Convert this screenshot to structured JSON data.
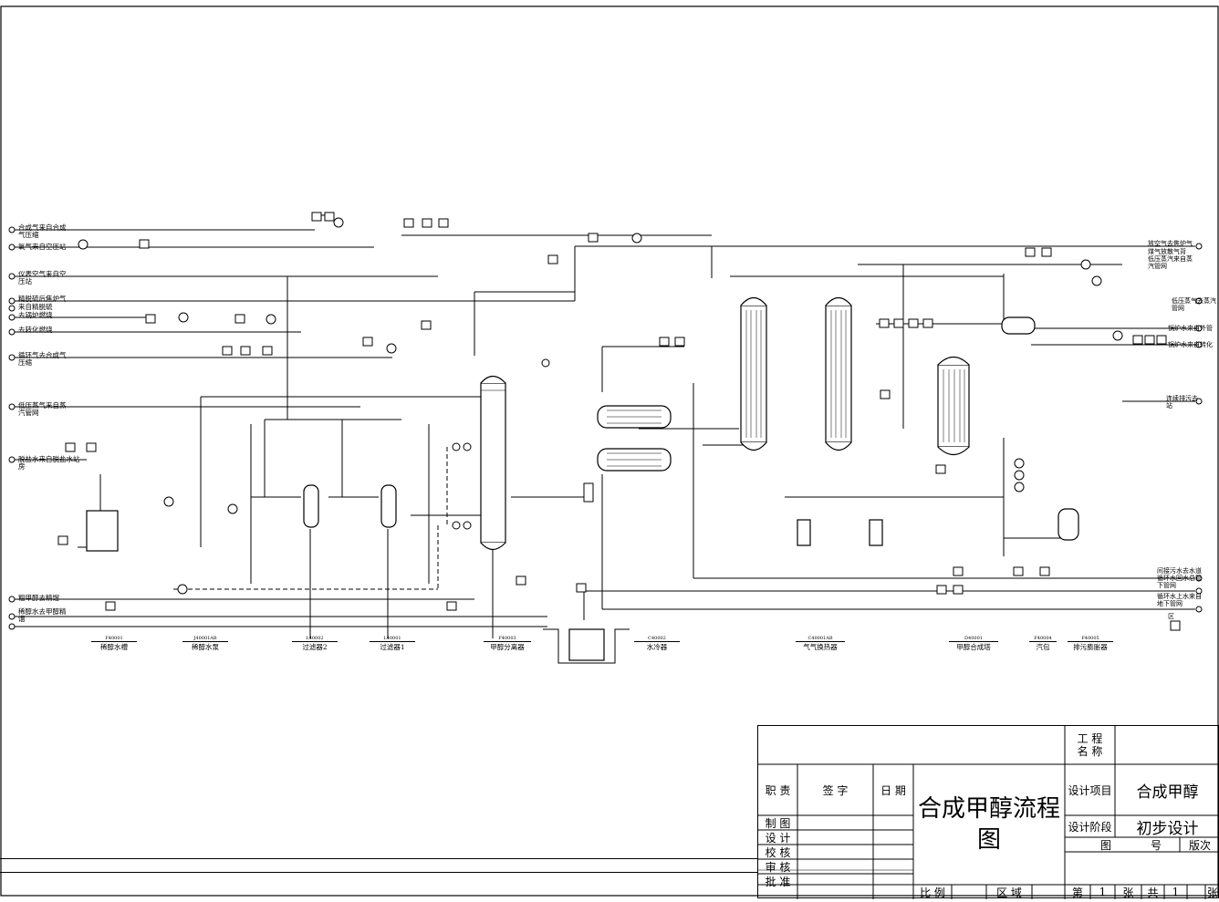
{
  "left_labels": [
    {
      "text": "合成气来自合成",
      "sub": "气压缩"
    },
    {
      "text": "氧气来自空压站",
      "sub": ""
    },
    {
      "text": "仪表空气来自空",
      "sub": "压站"
    },
    {
      "text": "精脱硫后焦炉气",
      "sub": ""
    },
    {
      "text": "来自精脱硫",
      "sub": ""
    },
    {
      "text": "去锅炉燃烧",
      "sub": ""
    },
    {
      "text": "去转化燃烧",
      "sub": ""
    },
    {
      "text": "循环气去合成气",
      "sub": "压缩"
    },
    {
      "text": "低压蒸气来自蒸",
      "sub": "汽管网"
    },
    {
      "text": "脱盐水来自脱盐水站",
      "sub": "房"
    },
    {
      "text": "粗甲醇去精馏",
      "sub": ""
    },
    {
      "text": "稀醇水去甲醇精",
      "sub": "馏"
    }
  ],
  "right_labels": [
    {
      "text": "放空气去焦炉气",
      "sub": ""
    },
    {
      "text": "煤气放散气背",
      "sub": ""
    },
    {
      "text": "低压蒸汽来自蒸",
      "sub": "汽管网"
    },
    {
      "text": "低压蒸气去蒸汽",
      "sub": "管网"
    },
    {
      "text": "锅炉水来自外管",
      "sub": ""
    },
    {
      "text": "锅炉水来自转化",
      "sub": ""
    },
    {
      "text": "连续排污去",
      "sub": "站"
    },
    {
      "text": "间接污水去水道",
      "sub": ""
    },
    {
      "text": "循环水回水总管",
      "sub": ""
    },
    {
      "text": "下管网",
      "sub": ""
    },
    {
      "text": "循环水上水来自",
      "sub": "地下管网"
    },
    {
      "text": "区",
      "sub": ""
    }
  ],
  "equipment": [
    {
      "tag": "F40001",
      "name": "稀醇水槽"
    },
    {
      "tag": "J40001AB",
      "name": "稀醇水泵"
    },
    {
      "tag": "L40002",
      "name": "过滤器2"
    },
    {
      "tag": "L40001",
      "name": "过滤器1"
    },
    {
      "tag": "F40003",
      "name": "甲醇分离器"
    },
    {
      "tag": "C40002",
      "name": "水冷器"
    },
    {
      "tag": "C40001AB",
      "name": "气气换热器"
    },
    {
      "tag": "D40001",
      "name": "甲醇合成塔"
    },
    {
      "tag": "F40004",
      "name": "汽包"
    },
    {
      "tag": "F40005",
      "name": "排污膨胀器"
    }
  ],
  "title_block": {
    "col_role": "职 责",
    "col_sign": "签 字",
    "col_date": "日 期",
    "rows": [
      "制 图",
      "设 计",
      "校 核",
      "审 核",
      "批 准"
    ],
    "drawing_title": "合成甲醇流程图",
    "project_name_label": "工 程\n名 称",
    "project_label": "设计项目",
    "project_value": "合成甲醇",
    "stage_label": "设计阶段",
    "stage_value": "初步设计",
    "fig_label": "图",
    "no_label": "号",
    "version_label": "版次",
    "scale_label": "比 例",
    "area_label": "区 域",
    "sheet_prefix": "第",
    "sheet_no": "1",
    "sheet_unit": "张",
    "total_prefix": "共",
    "total_no": "1",
    "total_unit": "张"
  }
}
